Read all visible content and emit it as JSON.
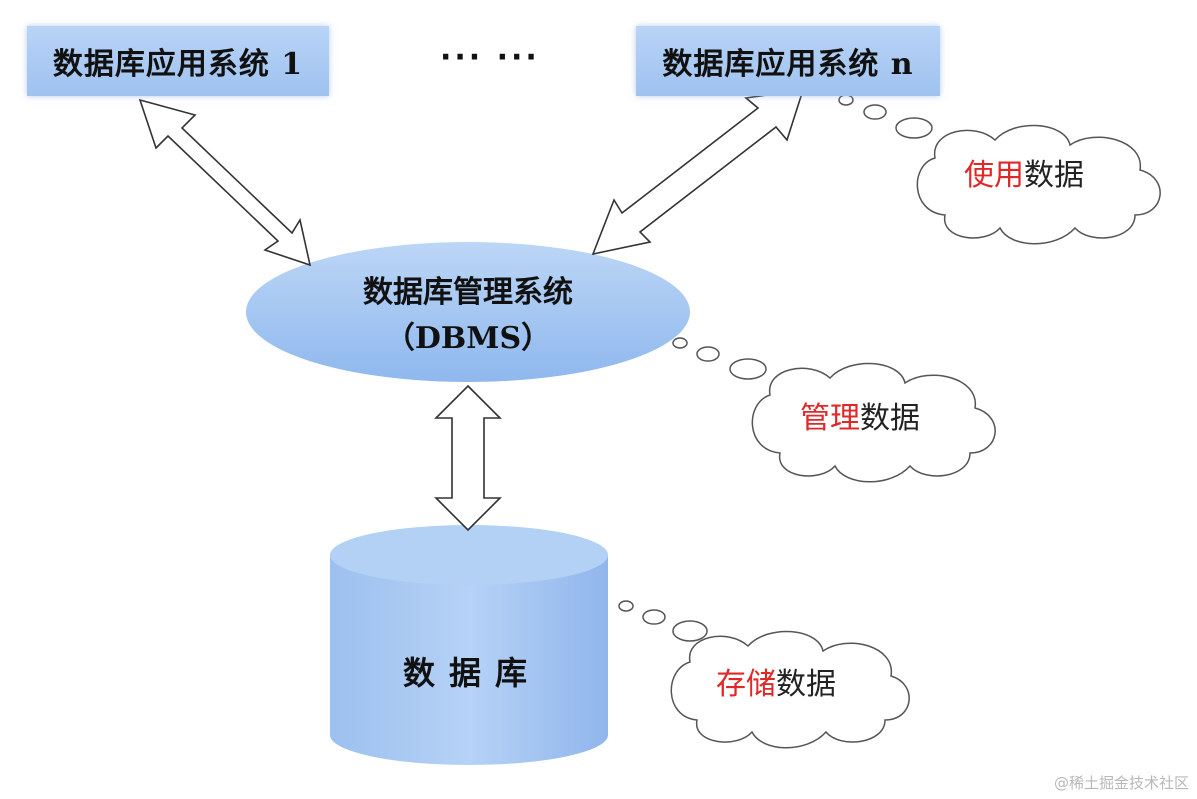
{
  "apps": {
    "first": "数据库应用系统 1",
    "ellipsis": "··· ···",
    "last": "数据库应用系统 n"
  },
  "dbms": {
    "name": "数据库管理系统",
    "abbr": "（DBMS）"
  },
  "database": {
    "label": "数据库"
  },
  "clouds": [
    {
      "highlight": "使用",
      "rest": "数据"
    },
    {
      "highlight": "管理",
      "rest": "数据"
    },
    {
      "highlight": "存储",
      "rest": "数据"
    }
  ],
  "watermark": "@稀土掘金技术社区",
  "colors": {
    "box_fill": "#a9cbf3",
    "highlight": "#e02828"
  }
}
